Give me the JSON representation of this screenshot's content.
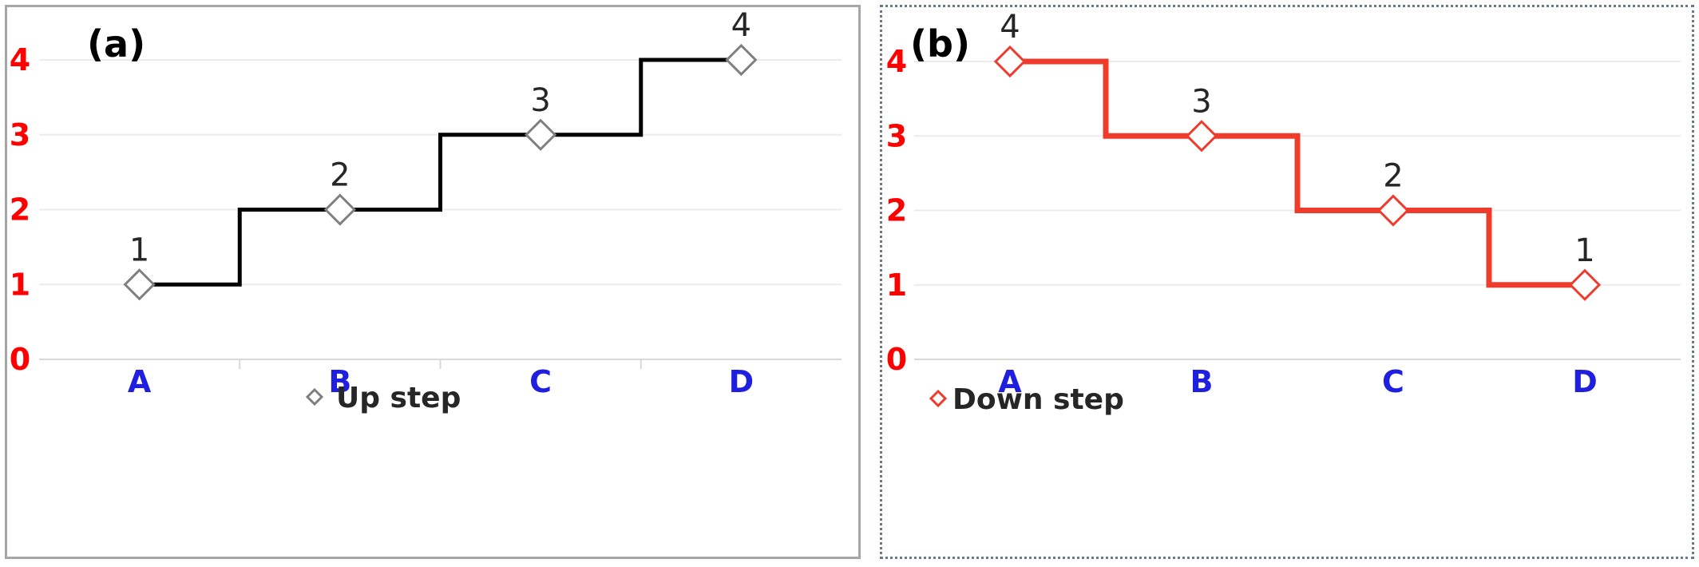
{
  "chart_data": [
    {
      "type": "line",
      "step": true,
      "panel_label": "(a)",
      "categories": [
        "A",
        "B",
        "C",
        "D"
      ],
      "series": [
        {
          "name": "Up step",
          "values": [
            1,
            2,
            3,
            4
          ],
          "data_labels": [
            "1",
            "2",
            "3",
            "4"
          ]
        }
      ],
      "yticks": [
        "0",
        "1",
        "2",
        "3",
        "4"
      ],
      "ylim": [
        0,
        4
      ],
      "grid": true,
      "legend_position": "bottom",
      "line_color": "#000000",
      "marker_color": "#7f7f7f",
      "ytick_color": "#ff0000",
      "xtick_color": "#1f1fe0"
    },
    {
      "type": "line",
      "step": true,
      "panel_label": "(b)",
      "categories": [
        "A",
        "B",
        "C",
        "D"
      ],
      "series": [
        {
          "name": "Down step",
          "values": [
            4,
            3,
            2,
            1
          ],
          "data_labels": [
            "4",
            "3",
            "2",
            "1"
          ]
        }
      ],
      "yticks": [
        "0",
        "1",
        "2",
        "3",
        "4"
      ],
      "ylim": [
        0,
        4
      ],
      "grid": true,
      "legend_position": "bottom",
      "line_color": "#ee3b2b",
      "marker_color": "#ee3b2b",
      "ytick_color": "#ff0000",
      "xtick_color": "#1f1fe0"
    }
  ]
}
